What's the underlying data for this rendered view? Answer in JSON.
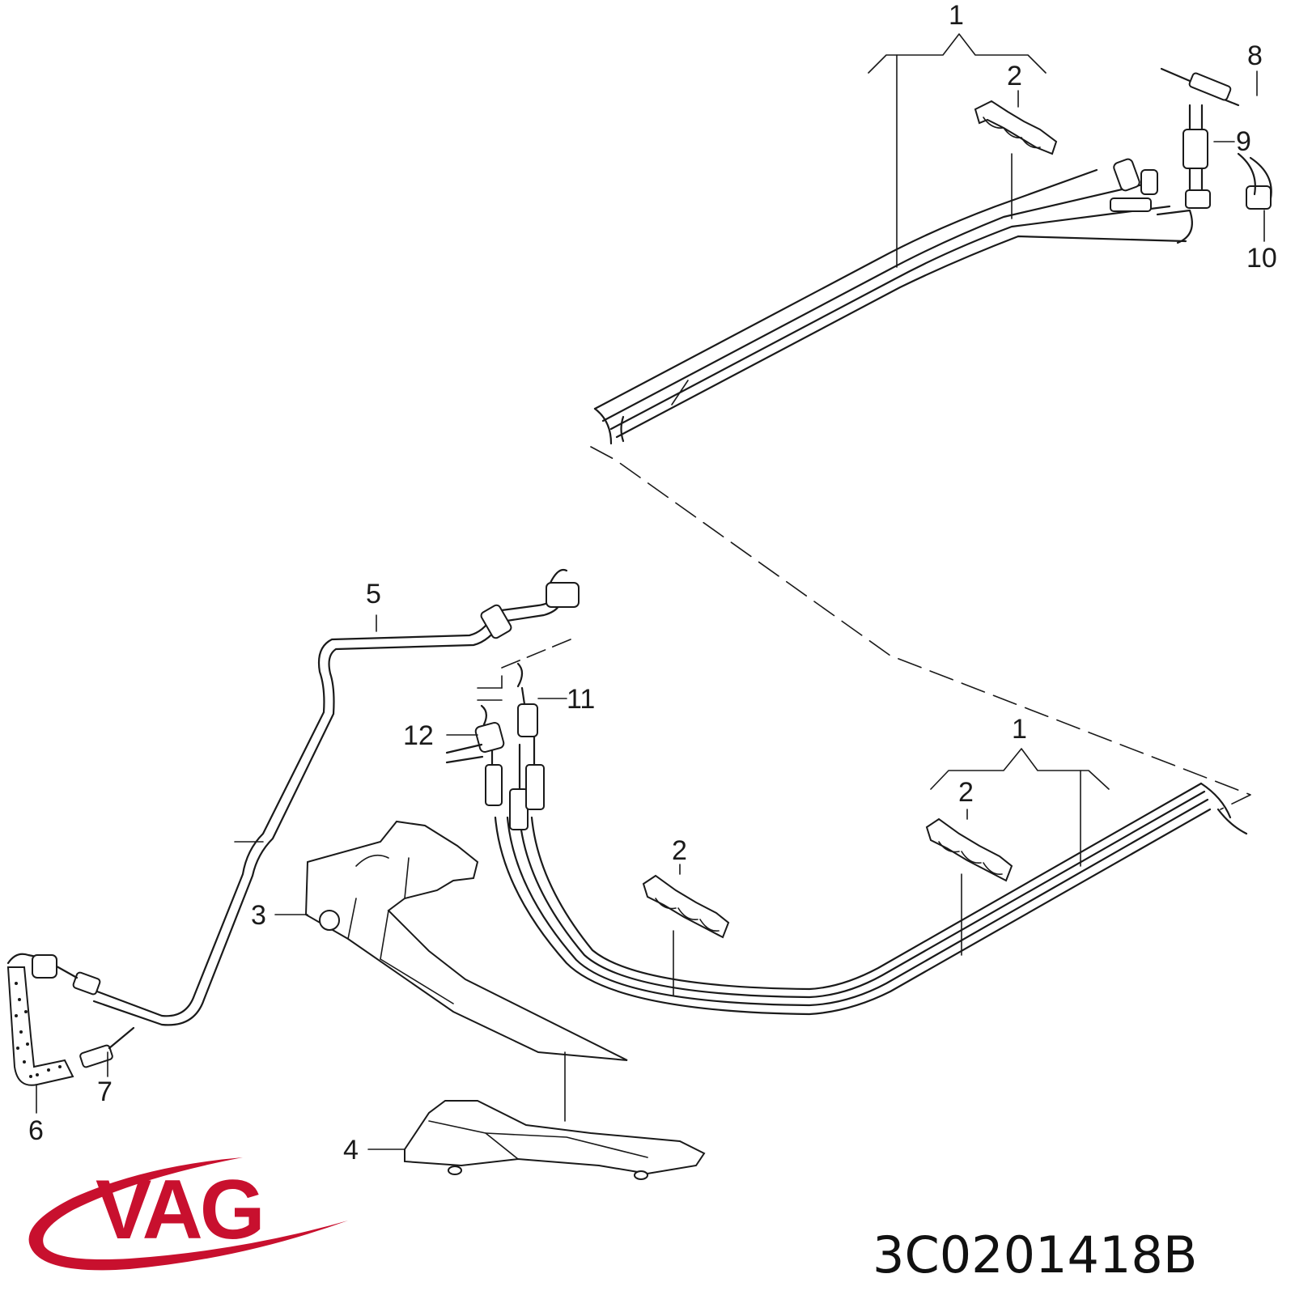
{
  "callouts": {
    "c1_top": "1",
    "c2_top": "2",
    "c8": "8",
    "c9": "9",
    "c10": "10",
    "c5": "5",
    "c11": "11",
    "c12": "12",
    "c1_bottom": "1",
    "c2_bottom_right": "2",
    "c2_bottom_mid": "2",
    "c3": "3",
    "c4": "4",
    "c6": "6",
    "c7": "7"
  },
  "brand": {
    "logo_text": "VAG",
    "logo_color": "#c8102e"
  },
  "part_number": "3C0201418B"
}
